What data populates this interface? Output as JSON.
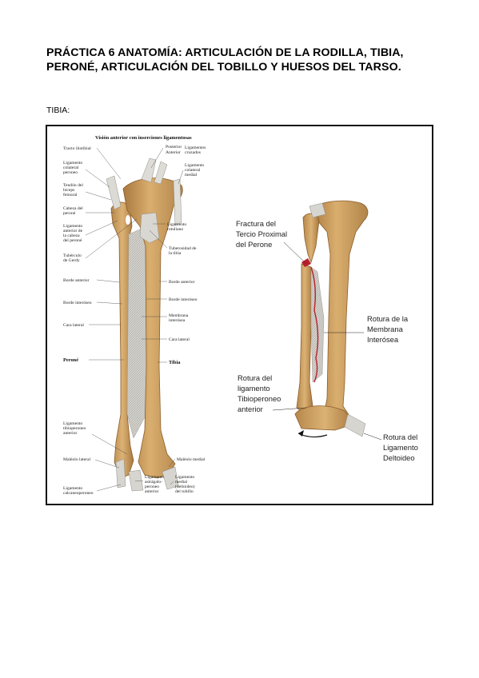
{
  "page": {
    "title": "PRÁCTICA 6 ANATOMÍA: ARTICULACIÓN DE LA RODILLA, TIBIA, PERONÉ, ARTICULACIÓN DEL TOBILLO Y HUESOS DEL TARSO.",
    "section_label": "TIBIA:"
  },
  "left_figure": {
    "heading": "Visión anterior con inserciones ligamentosas",
    "labels_left": [
      "Tracto iliotibial",
      "Ligamento",
      "colateral",
      "peroneo",
      "Tendón del",
      "bíceps",
      "femoral",
      "Cabeza del",
      "peroné",
      "Ligamento",
      "anterior de",
      "la cabeza",
      "del peroné",
      "Tubérculo",
      "de Gerdy",
      "Borde anterior",
      "Borde interóseo",
      "Cara lateral",
      "Ligamento",
      "tibioperoneo",
      "anterior",
      "Maléolo lateral",
      "Ligamento",
      "calcaneoperoneo"
    ],
    "label_perone": "Peroné",
    "labels_right": [
      "Posterior",
      "Anterior",
      "Ligamentos",
      "cruzados",
      "Ligamento",
      "colateral",
      "medial",
      "Ligamento",
      "rotuliano",
      "Tuberosidad de",
      "la tibia",
      "Borde anterior",
      "Borde interóseo",
      "Membrana",
      "interósea",
      "Cara lateral",
      "Maléolo medial",
      "Ligamento",
      "astrágalo-",
      "peroneo",
      "anterior",
      "Ligamento",
      "medial",
      "(deltoideo)",
      "del tobillo"
    ],
    "label_tibia": "Tibia"
  },
  "right_figure": {
    "labels": [
      "Fractura del",
      "Tercio Proximal",
      "del Perone",
      "Rotura de la",
      "Membrana",
      "Interósea",
      "Rotura del",
      "ligamento",
      "Tibioperoneo",
      "anterior",
      "Rotura del",
      "Ligamento",
      "Deltoideo"
    ]
  },
  "colors": {
    "bone": "#c99a5b",
    "bone_dark": "#9c6e36",
    "membrane": "#c9c7c2",
    "fracture_red": "#b8202a"
  }
}
